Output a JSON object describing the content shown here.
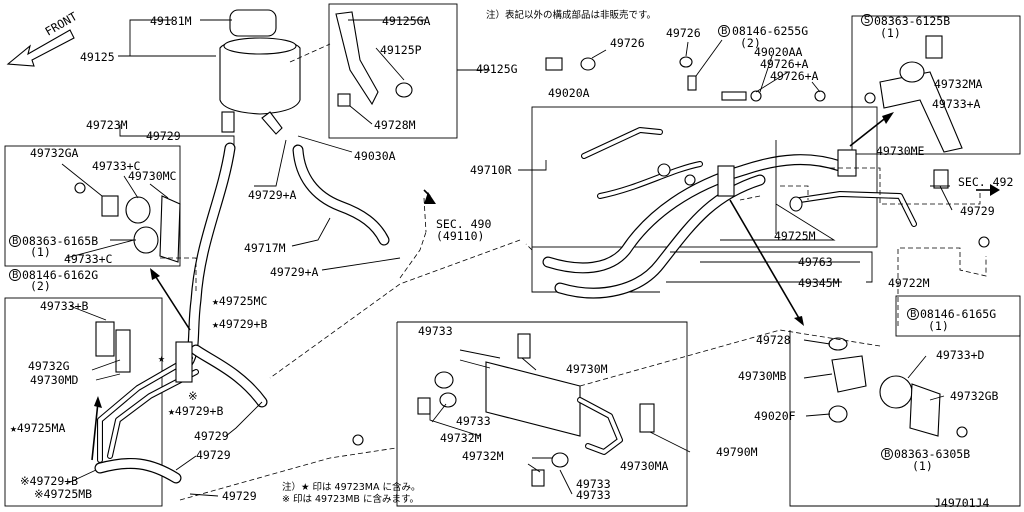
{
  "header_note": "注）表記以外の構成部品は非販売です。",
  "front_label": "FRONT",
  "labels": {
    "p49181M": "49181M",
    "p49125": "49125",
    "p49125GA": "49125GA",
    "p49125P": "49125P",
    "p49728M": "49728M",
    "p49125G": "49125G",
    "p49726a": "49726",
    "p49726b": "49726",
    "p49020A": "49020A",
    "b08146_6255G": "08146-6255G",
    "b08146_6255G_qty": "(2)",
    "p49020AA": "49020AA",
    "p49726A_1": "49726+A",
    "p49726A_2": "49726+A",
    "s08363_6125B": "08363-6125B",
    "s08363_6125B_qty": "(1)",
    "p49732MA": "49732MA",
    "p49733A": "49733+A",
    "p49723M": "49723M",
    "p49729_top": "49729",
    "p49030A": "49030A",
    "p49732GA": "49732GA",
    "p49733C_1": "49733+C",
    "p49730MC": "49730MC",
    "b08363_6165B": "08363-6165B",
    "b08363_6165B_qty": "(1)",
    "p49733C_2": "49733+C",
    "p49729A_1": "49729+A",
    "p49717M": "49717M",
    "sec490": "SEC. 490",
    "sec490_sub": "(49110)",
    "p49729A_2": "49729+A",
    "p49710R": "49710R",
    "p49730ME": "49730ME",
    "sec492": "SEC. 492",
    "p49729_right": "49729",
    "p49725M": "49725M",
    "b08146_6162G": "08146-6162G",
    "b08146_6162G_qty": "(2)",
    "p49725MC": "★49725MC",
    "p49729B_1": "★49729+B",
    "p49763": "49763",
    "p49345M": "49345M",
    "p49722M": "49722M",
    "b08146_6165G": "08146-6165G",
    "b08146_6165G_qty": "(1)",
    "p49733B": "49733+B",
    "p49733_top": "49733",
    "p49732G": "49732G",
    "p49730MD": "49730MD",
    "p49730M": "49730M",
    "p49728": "49728",
    "p49733D": "49733+D",
    "p49730MB": "49730MB",
    "p49732GB": "49732GB",
    "p49729B_2": "★49729+B",
    "p49733_mid": "49733",
    "p49020F": "49020F",
    "p49725MA": "★49725MA",
    "p49729_mid": "49729",
    "p49732M_1": "49732M",
    "b08363_6305B": "08363-6305B",
    "b08363_6305B_qty": "(1)",
    "p49790M": "49790M",
    "p49729_low": "49729",
    "p49732M_2": "49732M",
    "p49730MA": "49730MA",
    "p49729B_3": "※49729+B",
    "p49733_b1": "49733",
    "p49725MB": "※49725MB",
    "p49729_bot": "49729",
    "p49733_b2": "49733",
    "star_marker": "★",
    "kome_marker": "※",
    "footnote1": "注）★ 印は 49723MA に含み。",
    "footnote2": "※ 印は 49723MB に含みます。",
    "drawing_id": "J49701J4"
  }
}
